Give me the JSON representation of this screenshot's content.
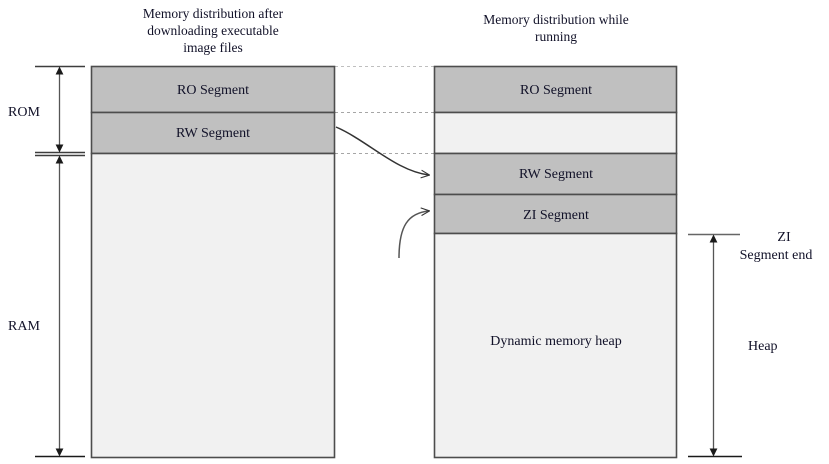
{
  "diagram": {
    "title_left_lines": [
      "Memory distribution after",
      "downloading executable",
      "image files"
    ],
    "title_right_lines": [
      "Memory distribution while",
      "running"
    ],
    "left_column": {
      "segments": [
        {
          "label": "RO Segment",
          "fill": "#c0c0c0"
        },
        {
          "label": "RW Segment",
          "fill": "#c0c0c0"
        },
        {
          "label": "",
          "fill": "#f1f1f1"
        }
      ]
    },
    "right_column": {
      "segments": [
        {
          "label": "RO Segment",
          "fill": "#c0c0c0"
        },
        {
          "label": "",
          "fill": "#f1f1f1"
        },
        {
          "label": "RW Segment",
          "fill": "#c0c0c0"
        },
        {
          "label": "ZI Segment",
          "fill": "#c0c0c0"
        },
        {
          "label": "Dynamic memory heap",
          "fill": "#f1f1f1"
        }
      ]
    },
    "left_brackets": [
      {
        "name": "rom",
        "label": "ROM"
      },
      {
        "name": "ram",
        "label": "RAM"
      }
    ],
    "right_brackets": [
      {
        "name": "zi-segment-end",
        "label_lines": [
          "ZI",
          "Segment end"
        ]
      },
      {
        "name": "heap",
        "label_lines": [
          "Heap"
        ]
      }
    ],
    "connectors": {
      "dashed_guides": 3,
      "curved_arrows": 2,
      "arrow_targets": [
        "RW Segment",
        "ZI Segment"
      ]
    },
    "colors": {
      "segment_gray": "#c0c0c0",
      "segment_light": "#f1f1f1",
      "outline": "#4d4d4d",
      "guide": "#b3b3b3",
      "arrow": "#3a3a3a",
      "text": "#111128",
      "background": "#ffffff"
    }
  }
}
